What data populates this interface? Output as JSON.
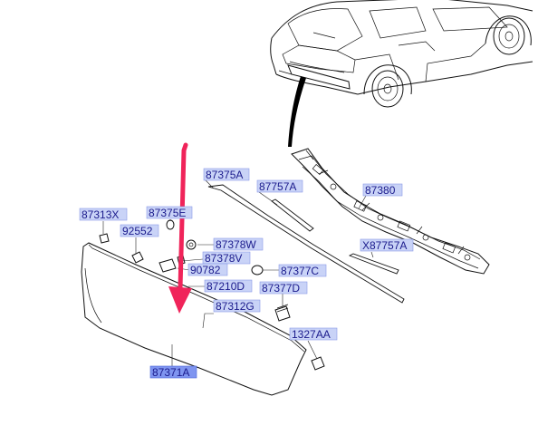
{
  "diagram": {
    "labels": [
      {
        "id": "lbl-87375a",
        "text": "87375A"
      },
      {
        "id": "lbl-87757a",
        "text": "87757A"
      },
      {
        "id": "lbl-87380",
        "text": "87380"
      },
      {
        "id": "lbl-87313x",
        "text": "87313X"
      },
      {
        "id": "lbl-87375e",
        "text": "87375E"
      },
      {
        "id": "lbl-92552",
        "text": "92552"
      },
      {
        "id": "lbl-87378w",
        "text": "87378W"
      },
      {
        "id": "lbl-87378v",
        "text": "87378V"
      },
      {
        "id": "lbl-90782",
        "text": "90782"
      },
      {
        "id": "lbl-87377c",
        "text": "87377C"
      },
      {
        "id": "lbl-x87757a",
        "text": "X87757A"
      },
      {
        "id": "lbl-87210d",
        "text": "87210D"
      },
      {
        "id": "lbl-87377d",
        "text": "87377D"
      },
      {
        "id": "lbl-87312g",
        "text": "87312G"
      },
      {
        "id": "lbl-1327aa",
        "text": "1327AA"
      },
      {
        "id": "lbl-87371a",
        "text": "87371A"
      }
    ],
    "highlight_color": "#7f95f0",
    "arrow_color": "#f0245a"
  }
}
